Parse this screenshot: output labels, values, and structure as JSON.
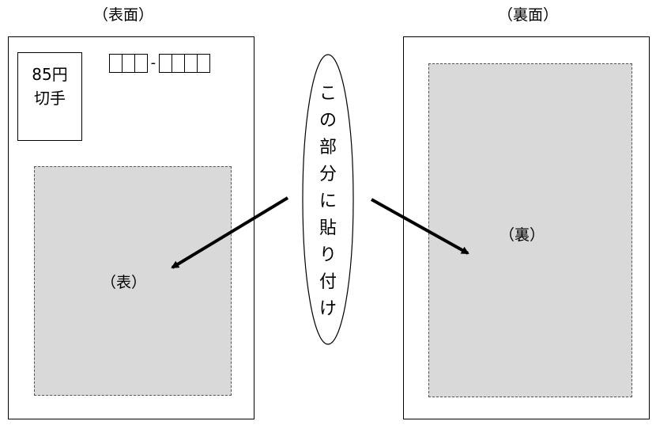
{
  "front": {
    "title": "（表面）",
    "stamp_line1": "85円",
    "stamp_line2": "切手",
    "postal_left_boxes": 3,
    "postal_right_boxes": 4,
    "postal_separator": "-",
    "area_label": "（表）"
  },
  "back": {
    "title": "（裏面）",
    "area_label": "（裏）"
  },
  "instruction": {
    "chars": [
      "こ",
      "の",
      "部",
      "分",
      "に",
      "貼",
      "り",
      "付",
      "け"
    ]
  },
  "colors": {
    "area_fill": "#d9d9d9",
    "line": "#000000"
  }
}
